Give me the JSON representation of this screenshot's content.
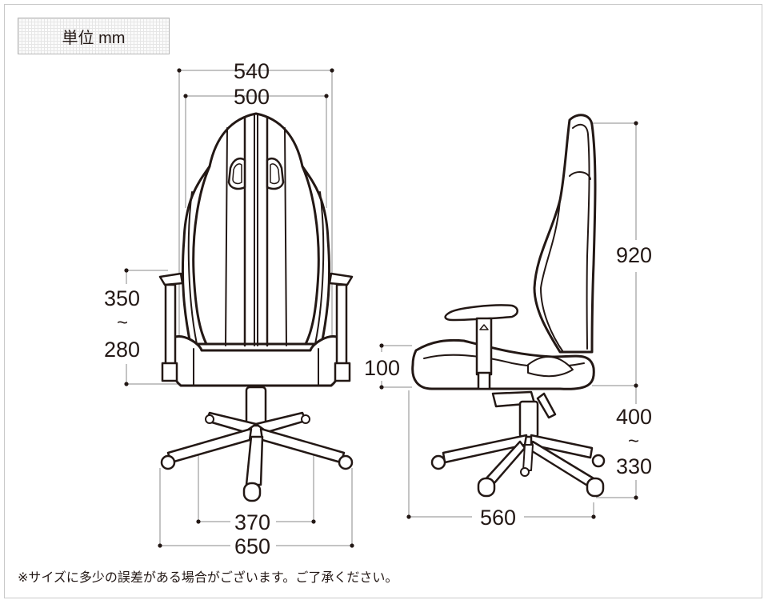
{
  "unit_label": "単位 mm",
  "front": {
    "width_outer": "540",
    "width_inner": "500",
    "armrest_height_max": "350",
    "armrest_range_mark": "~",
    "armrest_height_min": "280",
    "base_inner": "370",
    "base_outer": "650"
  },
  "side": {
    "back_height": "920",
    "seat_thickness": "100",
    "seat_height_max": "400",
    "seat_range_mark": "~",
    "seat_height_min": "330",
    "depth": "560"
  },
  "footnote": "※サイズに多少の誤差がある場合がございます。ご了承ください。"
}
